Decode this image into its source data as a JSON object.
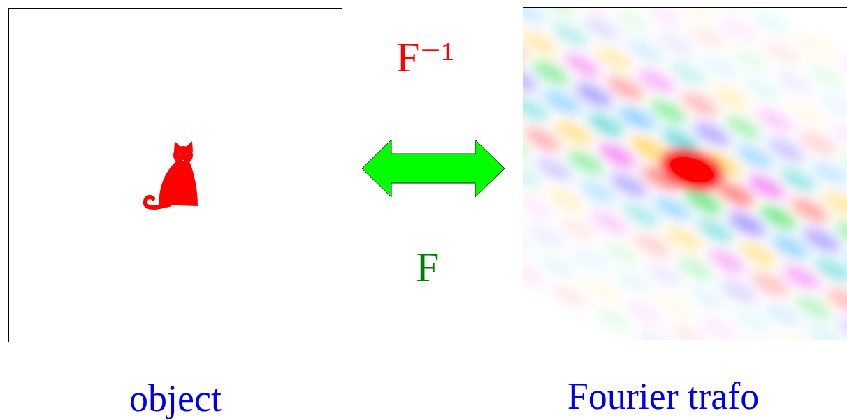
{
  "diagram": {
    "nodes": [
      {
        "text": [
          "object"
        ]
      },
      {
        "text": [
          "Fourier trafo"
        ]
      }
    ],
    "edges": [
      {
        "from": 0,
        "to": 1,
        "arrow": "both"
      }
    ],
    "labels": [
      "F⁻¹",
      "F"
    ]
  }
}
